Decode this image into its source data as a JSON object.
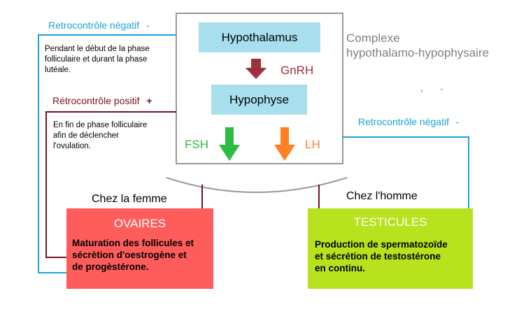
{
  "colors": {
    "blue_line": "#1aa3d9",
    "red_line": "#7a0f1f",
    "light_blue_box": "#a8dfee",
    "gnrh": "#a0303d",
    "fsh": "#2dbb42",
    "lh": "#ff7f24",
    "ovaires_bg": "#ff5c5c",
    "testicules_bg": "#b7e21d",
    "complex_text": "#7f7f7f"
  },
  "complexe": {
    "line1": "Complexe",
    "line2": "hypothalamo-hypophysaire"
  },
  "hypothalamus": {
    "label": "Hypothalamus"
  },
  "gnrh": {
    "label": "GnRH"
  },
  "hypophyse": {
    "label": "Hypophyse"
  },
  "fsh": {
    "label": "FSH"
  },
  "lh": {
    "label": "LH"
  },
  "left_feedback_negative": {
    "label": "Retrocontrôle négatif",
    "sign": "-",
    "note": "Pendant le début de la phase\nfolliculaire et  durant la phase\nlutéale."
  },
  "left_feedback_positive": {
    "label": "Rétrocontrôle positif",
    "sign": "+",
    "note": "En fin de phase folliculaire\nafin de déclencher\nl'ovulation."
  },
  "right_feedback_negative": {
    "label": "Retrocontrôle négatif",
    "sign": "-"
  },
  "femme": {
    "label": "Chez la femme"
  },
  "homme": {
    "label": "Chez l'homme"
  },
  "ovaires": {
    "title": "OVAIRES",
    "text": "Maturation des follicules et\nsécrètion d'oestrogène et\nde progèstérone."
  },
  "testicules": {
    "title": "TESTICULES",
    "text": "Production de spermatozoïde\net sécrétion de testostérone\nen continu."
  }
}
